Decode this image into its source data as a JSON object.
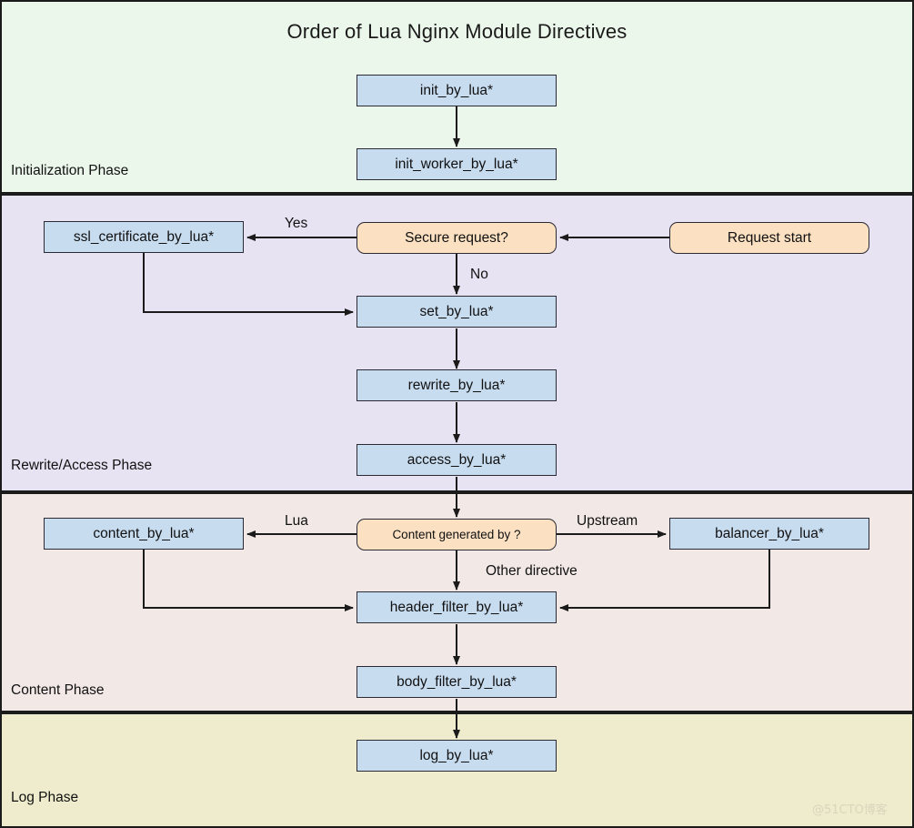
{
  "title": "Order of Lua Nginx Module Directives",
  "watermark": "@51CTO博客",
  "phases": [
    {
      "id": "initialization",
      "label": "Initialization Phase",
      "color": "#ecf7ec"
    },
    {
      "id": "rewrite-access",
      "label": "Rewrite/Access Phase",
      "color": "#e8e3f2"
    },
    {
      "id": "content",
      "label": "Content Phase",
      "color": "#f2e9e6"
    },
    {
      "id": "log",
      "label": "Log Phase",
      "color": "#eeeccd"
    }
  ],
  "colors": {
    "process_fill": "#c8dcf0",
    "decision_fill": "#fbe0c2",
    "stroke": "#2a2a35",
    "band_border": "#1b1b1b"
  },
  "nodes": [
    {
      "id": "init_by_lua",
      "label": "init_by_lua*",
      "type": "process",
      "phase": "initialization"
    },
    {
      "id": "init_worker_by_lua",
      "label": "init_worker_by_lua*",
      "type": "process",
      "phase": "initialization"
    },
    {
      "id": "request_start",
      "label": "Request start",
      "type": "decision",
      "phase": "rewrite-access"
    },
    {
      "id": "secure_request",
      "label": "Secure request?",
      "type": "decision",
      "phase": "rewrite-access"
    },
    {
      "id": "ssl_certificate_by_lua",
      "label": "ssl_certificate_by_lua*",
      "type": "process",
      "phase": "rewrite-access"
    },
    {
      "id": "set_by_lua",
      "label": "set_by_lua*",
      "type": "process",
      "phase": "rewrite-access"
    },
    {
      "id": "rewrite_by_lua",
      "label": "rewrite_by_lua*",
      "type": "process",
      "phase": "rewrite-access"
    },
    {
      "id": "access_by_lua",
      "label": "access_by_lua*",
      "type": "process",
      "phase": "rewrite-access"
    },
    {
      "id": "content_generated_by",
      "label": "Content generated by ?",
      "type": "decision",
      "phase": "content"
    },
    {
      "id": "content_by_lua",
      "label": "content_by_lua*",
      "type": "process",
      "phase": "content"
    },
    {
      "id": "balancer_by_lua",
      "label": "balancer_by_lua*",
      "type": "process",
      "phase": "content"
    },
    {
      "id": "header_filter_by_lua",
      "label": "header_filter_by_lua*",
      "type": "process",
      "phase": "content"
    },
    {
      "id": "body_filter_by_lua",
      "label": "body_filter_by_lua*",
      "type": "process",
      "phase": "content"
    },
    {
      "id": "log_by_lua",
      "label": "log_by_lua*",
      "type": "process",
      "phase": "log"
    }
  ],
  "edge_labels": {
    "yes": "Yes",
    "no": "No",
    "lua": "Lua",
    "upstream": "Upstream",
    "other_directive": "Other directive"
  },
  "edges": [
    {
      "from": "init_by_lua",
      "to": "init_worker_by_lua",
      "label": ""
    },
    {
      "from": "request_start",
      "to": "secure_request",
      "label": ""
    },
    {
      "from": "secure_request",
      "to": "ssl_certificate_by_lua",
      "label": "Yes"
    },
    {
      "from": "secure_request",
      "to": "set_by_lua",
      "label": "No"
    },
    {
      "from": "ssl_certificate_by_lua",
      "to": "set_by_lua",
      "label": ""
    },
    {
      "from": "set_by_lua",
      "to": "rewrite_by_lua",
      "label": ""
    },
    {
      "from": "rewrite_by_lua",
      "to": "access_by_lua",
      "label": ""
    },
    {
      "from": "access_by_lua",
      "to": "content_generated_by",
      "label": ""
    },
    {
      "from": "content_generated_by",
      "to": "content_by_lua",
      "label": "Lua"
    },
    {
      "from": "content_generated_by",
      "to": "balancer_by_lua",
      "label": "Upstream"
    },
    {
      "from": "content_generated_by",
      "to": "header_filter_by_lua",
      "label": "Other directive"
    },
    {
      "from": "content_by_lua",
      "to": "header_filter_by_lua",
      "label": ""
    },
    {
      "from": "balancer_by_lua",
      "to": "header_filter_by_lua",
      "label": ""
    },
    {
      "from": "header_filter_by_lua",
      "to": "body_filter_by_lua",
      "label": ""
    },
    {
      "from": "body_filter_by_lua",
      "to": "log_by_lua",
      "label": ""
    }
  ]
}
